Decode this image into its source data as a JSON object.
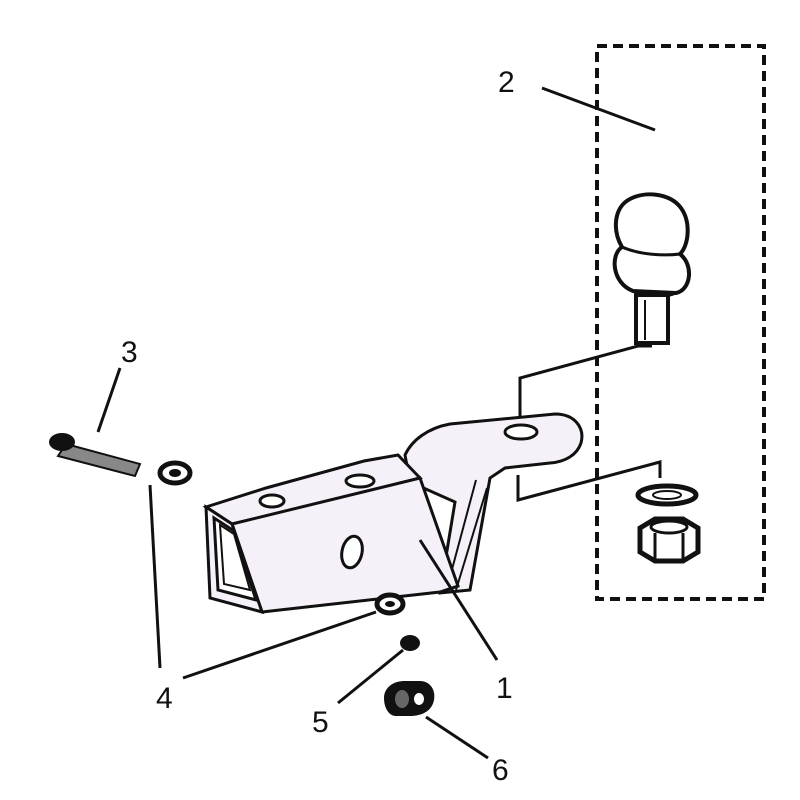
{
  "diagram": {
    "callouts": {
      "c1": "1",
      "c2": "2",
      "c3": "3",
      "c4": "4",
      "c5": "5",
      "c6": "6"
    },
    "parts": {
      "receiver_mount": {
        "callout": "1"
      },
      "ball_assembly_kit": {
        "callout": "2"
      },
      "pin": {
        "callout": "3"
      },
      "washer": {
        "callout": "4"
      },
      "clip": {
        "callout": "5"
      },
      "nut": {
        "callout": "6"
      }
    }
  },
  "colors": {
    "ink": "#111111",
    "part_tint": "#f6f0f8",
    "background": "#ffffff"
  }
}
